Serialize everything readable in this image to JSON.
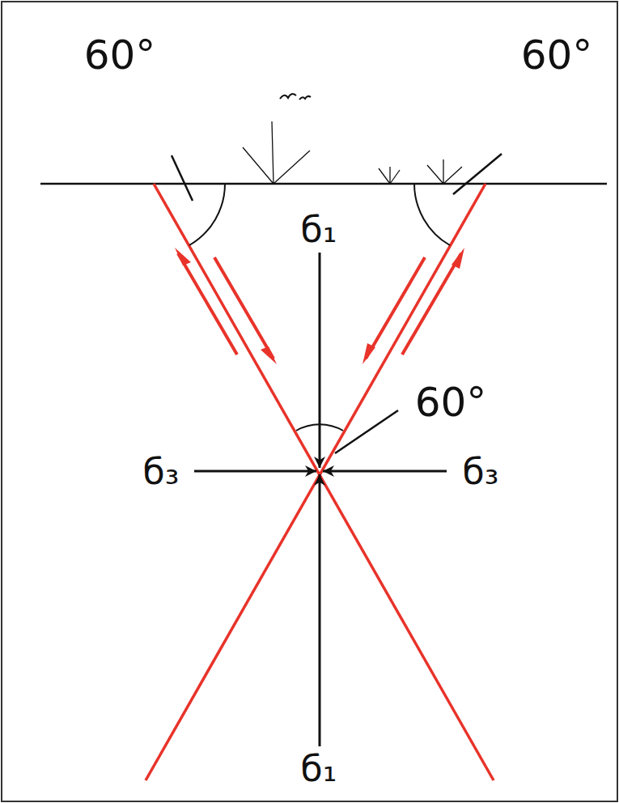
{
  "diagram": {
    "labels": [
      "60°",
      "60°",
      "б₁",
      "60°",
      "б₃",
      "б₃",
      "б₁"
    ]
  }
}
